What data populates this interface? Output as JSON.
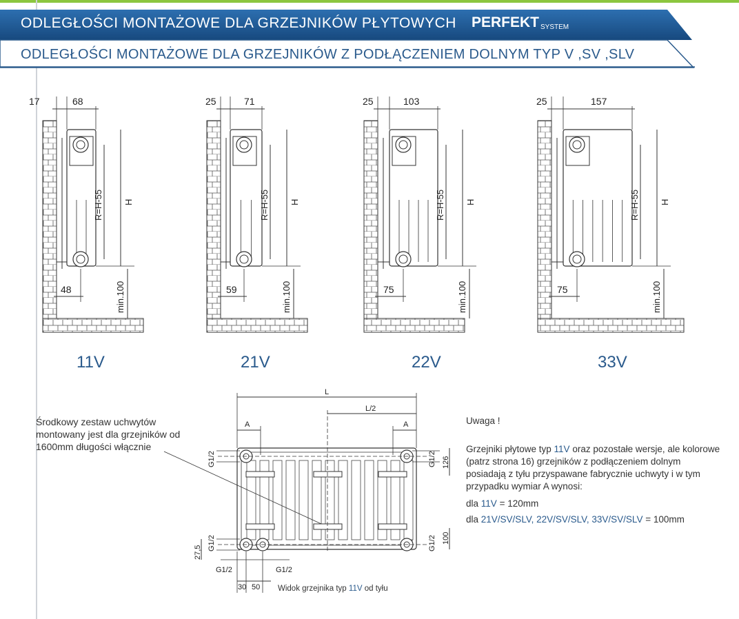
{
  "header": {
    "title": "ODLEGŁOŚCI  MONTAŻOWE  DLA GRZEJNIKÓW  PŁYTOWYCH",
    "brand": "PERFEKT",
    "brand_sub": "SYSTEM",
    "subtitle": "ODLEGŁOŚCI MONTAŻOWE DLA GRZEJNIKÓW Z PODŁĄCZENIEM DOLNYM TYP V ,SV ,SLV"
  },
  "types": [
    {
      "label": "11V",
      "wall": "17",
      "depth": "68",
      "bottom": "48",
      "r": "R=H-55",
      "h": "H",
      "min": "min.100"
    },
    {
      "label": "21V",
      "wall": "25",
      "depth": "71",
      "bottom": "59",
      "r": "R=H-55",
      "h": "H",
      "min": "min.100"
    },
    {
      "label": "22V",
      "wall": "25",
      "depth": "103",
      "bottom": "75",
      "r": "R=H-55",
      "h": "H",
      "min": "min.100"
    },
    {
      "label": "33V",
      "wall": "25",
      "depth": "157",
      "bottom": "75",
      "r": "R=H-55",
      "h": "H",
      "min": "min.100"
    }
  ],
  "rear_view": {
    "callout": "Środkowy zestaw uchwytów montowany jest dla grzejników od 1600mm długości włącznie",
    "L": "L",
    "L2": "L/2",
    "A_left": "A",
    "A_right": "A",
    "g_left_top": "G1/2",
    "g_right_top": "G1/2",
    "d126": "126",
    "g_left_bottom": "G1/2",
    "d275": "27,5",
    "g_right_bottom": "G1/2",
    "d100": "100",
    "g_bot1": "G1/2",
    "g_bot2": "G1/2",
    "d30": "30",
    "d50": "50",
    "caption_pre": "Widok grzejnika typ ",
    "caption_type": "11V",
    "caption_post": " od tyłu"
  },
  "note": {
    "heading": "Uwaga !",
    "p1_a": "Grzejniki płytowe typ ",
    "p1_type": "11V",
    "p1_b": " oraz pozostałe wersje, ale kolorowe (patrz strona 16) grzejników z podłączeniem dolnym posiadają z tyłu przyspawane fabrycznie uchwyty i w tym przypadku wymiar A wynosi:",
    "l1_pre": "dla ",
    "l1_type": "11V",
    "l1_val": " = 120mm",
    "l2_pre": "dla ",
    "l2_types": "21V/SV/SLV, 22V/SV/SLV, 33V/SV/SLV",
    "l2_val": " = 100mm"
  },
  "colors": {
    "banner": "#1e5a96",
    "accent": "#2a5a8c",
    "green": "#8cc63f",
    "line": "#333333"
  }
}
